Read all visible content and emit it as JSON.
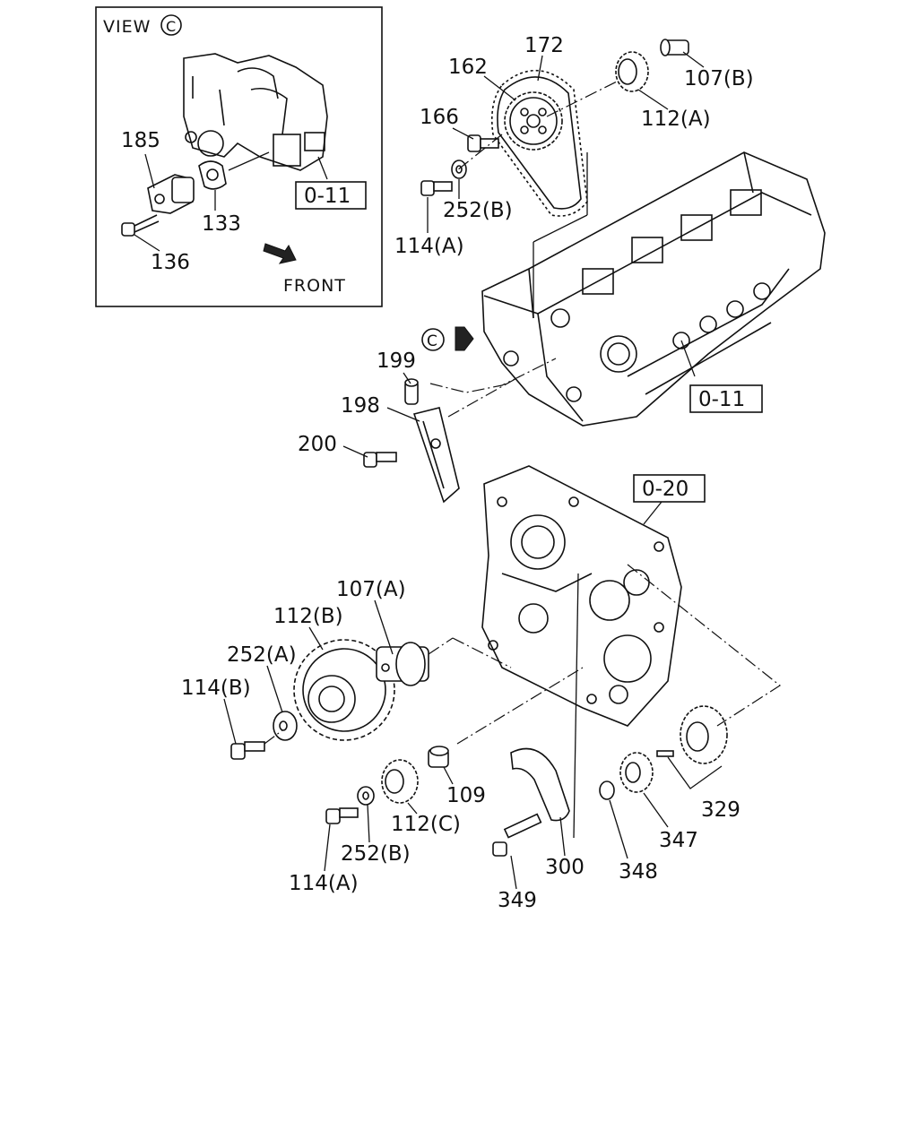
{
  "view_box": {
    "title": "VIEW",
    "circle_letter": "C",
    "front_label": "FRONT",
    "ref": "0-11"
  },
  "refs": {
    "head": "0-11",
    "cover": "0-20"
  },
  "marker_letter": "C",
  "labels": {
    "p185": "185",
    "p133": "133",
    "p136": "136",
    "p172": "172",
    "p162": "162",
    "p166": "166",
    "p107b": "107(B)",
    "p112a": "112(A)",
    "p252b_top": "252(B)",
    "p114a_top": "114(A)",
    "p199": "199",
    "p198": "198",
    "p200": "200",
    "p107a": "107(A)",
    "p112b": "112(B)",
    "p252a": "252(A)",
    "p114b": "114(B)",
    "p109": "109",
    "p112c": "112(C)",
    "p252b_bot": "252(B)",
    "p114a_bot": "114(A)",
    "p300": "300",
    "p349": "349",
    "p348": "348",
    "p347": "347",
    "p329": "329"
  }
}
